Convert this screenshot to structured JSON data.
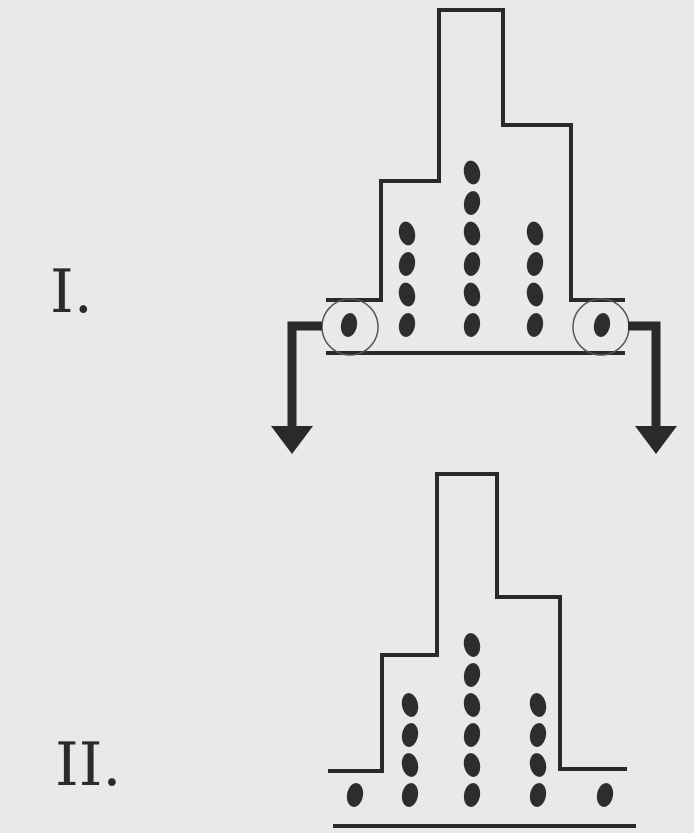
{
  "diagrams": [
    {
      "label": "I.",
      "bean_columns": [
        1,
        4,
        6,
        4,
        1
      ],
      "removed_columns": [
        0,
        4
      ],
      "has_removal_arrows": true
    },
    {
      "label": "II.",
      "bean_columns": [
        1,
        4,
        6,
        4,
        1
      ],
      "removed_columns": [],
      "has_removal_arrows": false
    }
  ],
  "colors": {
    "background": "#e9e9e9",
    "ink": "#2a2a2a"
  }
}
